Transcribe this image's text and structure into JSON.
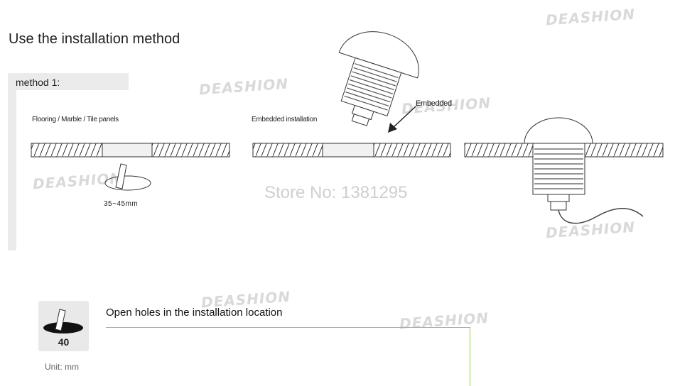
{
  "title": "Use the installation method",
  "method_label": "method 1:",
  "captions": {
    "flooring": "Flooring / Marble / Tile panels",
    "embedded_installation": "Embedded installation",
    "embedded_arrow": "Embedded",
    "hole_diameter": "35~45mm"
  },
  "store_text": "Store No: 1381295",
  "watermark": "DEASHION",
  "step": {
    "hole_size": "40",
    "unit": "Unit: mm",
    "title": "Open holes in the installation location"
  },
  "colors": {
    "accent_line": "#8bcf48",
    "panel_gray": "#ebebeb",
    "watermark": "#d9d9d9"
  }
}
